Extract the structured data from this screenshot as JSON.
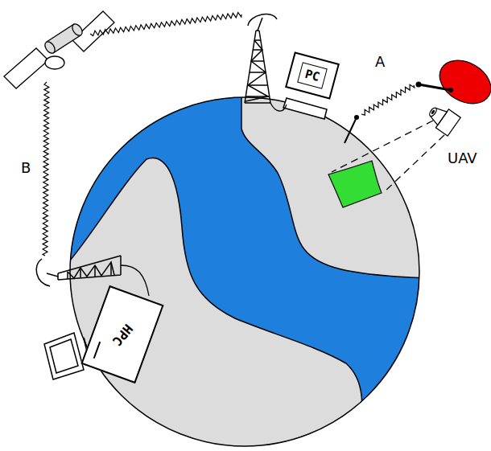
{
  "diagram": {
    "nodes": [
      {
        "text": [
          "PC"
        ]
      },
      {
        "text": [
          "HPC"
        ]
      }
    ],
    "labels": [
      "A",
      "B",
      "UAV"
    ]
  }
}
